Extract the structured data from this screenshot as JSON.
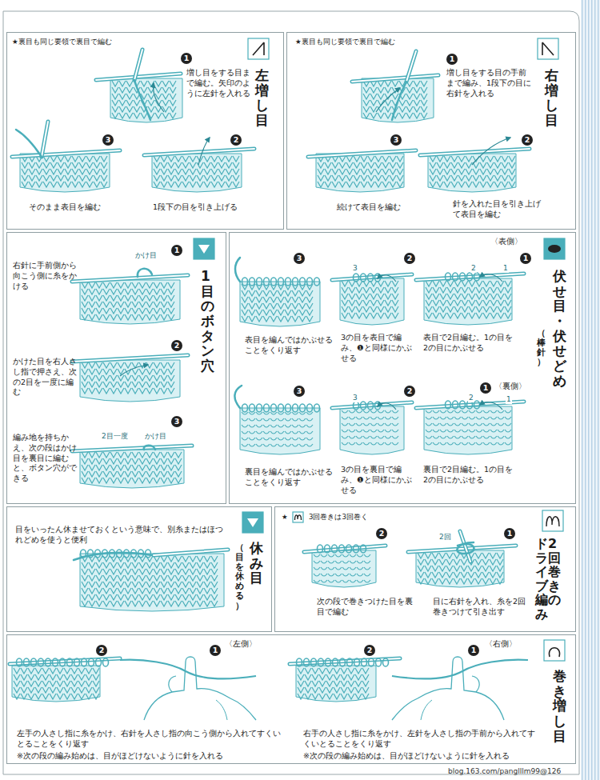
{
  "diagram": {
    "nodes": [
      {
        "text": [
          "左増し目",
          "★裏目も同じ要領で裏目で編む",
          "増し目をする目まで編む。矢印のように左針を入れる",
          "1段下の目を引き上げる",
          "そのまま表目を編む"
        ]
      },
      {
        "text": [
          "右増し目",
          "★裏目も同じ要領で裏目で編む",
          "増し目をする目の手前まで編み、1段下の目に右針を入れる",
          "針を入れた目を引き上げて表目を編む",
          "続けて表目を編む"
        ]
      },
      {
        "text": [
          "1目のボタン穴",
          "右針に手前側から向こう側に糸をかける",
          "かけた目を右人さし指で押さえ、次の2目を一度に編む",
          "編み地を持ちかえ、次の段はかけ目を裏目に編むと、ボタン穴ができる"
        ]
      },
      {
        "text": [
          "伏せ目・伏せどめ",
          "（棒針）",
          "表目で2目編む。1の目を2の目にかぶせる",
          "3の目を表目で編み、❶と同様にかぶせる",
          "表目を編んではかぶせることをくり返す",
          "裏目で2目編む。1の目を2の目にかぶせる",
          "3の目を裏目で編み、❶と同様にかぶせる",
          "裏目を編んではかぶせることをくり返す"
        ]
      },
      {
        "text": [
          "休み目",
          "（目を休める）",
          "目をいったん休ませておくという意味で、別糸またはほつれどめを使うと便利"
        ]
      },
      {
        "text": [
          "2回巻きのドライブ編み",
          "目に右針を入れ、糸を2回巻きつけて引き出す",
          "次の段で巻きつけた目を裏目で編む"
        ]
      },
      {
        "text": [
          "巻き増し目",
          "左手の人さし指に糸をかけ、右針を人さし指の向こう側から入れてすくいとることをくり返す",
          "※次の段の編み始めは、目がほどけないように針を入れる",
          "右手の人さし指に糸をかけ、左針を人さし指の手前から入れてすくいとることをくり返す",
          "※次の段の編み始めは、目がほどけないように針を入れる"
        ]
      }
    ],
    "labels": [
      "1",
      "3",
      "2",
      "1",
      "3",
      "2",
      "1",
      "かけ目",
      "2",
      "3",
      "2目一度",
      "かけ目",
      "〈表側〉",
      "3",
      "2",
      "1",
      "3",
      "2",
      "1",
      "〈裏側〉",
      "3",
      "2",
      "1",
      "3",
      "2",
      "1",
      "★",
      "3回巻きは3回巻く",
      "2",
      "1",
      "2回",
      "〈左側〉",
      "2",
      "1",
      "〈右側〉",
      "2",
      "1",
      "blog.163.com/panglllm99@126"
    ]
  }
}
